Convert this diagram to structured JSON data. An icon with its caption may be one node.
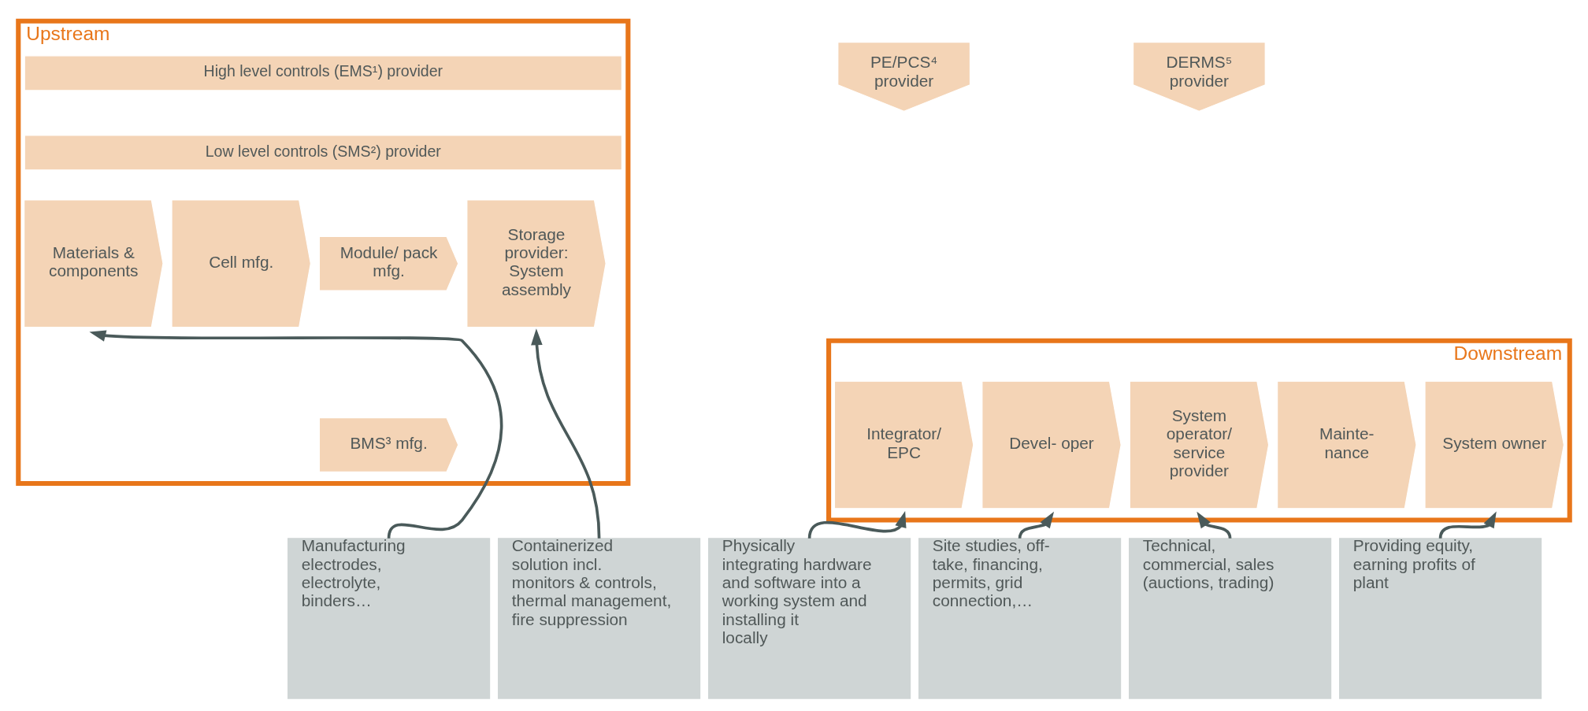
{
  "diagram": {
    "nodes": [
      {
        "text": [
          "Upstream"
        ]
      },
      {
        "text": [
          "High level controls (EMS¹) provider"
        ],
        "in": 0
      },
      {
        "text": [
          "Low level controls (SMS²) provider"
        ],
        "in": 0
      },
      {
        "text": [
          "Materials & components"
        ],
        "in": 0
      },
      {
        "text": [
          "Cell mfg."
        ],
        "in": 0
      },
      {
        "text": [
          "Module/ pack mfg."
        ],
        "in": 0
      },
      {
        "text": [
          "BMS³ mfg."
        ],
        "in": 0
      },
      {
        "text": [
          "Storage provider: System assembly"
        ],
        "in": 0
      },
      {
        "text": [
          "PE/PCS⁴ provider"
        ]
      },
      {
        "text": [
          "DERMS⁵ provider"
        ]
      },
      {
        "text": [
          "Downstream"
        ]
      },
      {
        "text": [
          "Integrator/ EPC"
        ],
        "in": 10
      },
      {
        "text": [
          "Devel- oper"
        ],
        "in": 10
      },
      {
        "text": [
          "System operator/ service provider"
        ],
        "in": 10
      },
      {
        "text": [
          "Mainte- nance"
        ],
        "in": 10
      },
      {
        "text": [
          "System owner"
        ],
        "in": 10
      },
      {
        "text": [
          "Manufacturing electrodes, electrolyte, binders…"
        ]
      },
      {
        "text": [
          "Containerized solution incl. monitors & controls, thermal management, fire suppression"
        ]
      },
      {
        "text": [
          "Physically integrating hardware and software into a working system and installing it locally"
        ]
      },
      {
        "text": [
          "Site studies, off-take, financing, permits, grid connection,…"
        ]
      },
      {
        "text": [
          "Technical, commercial, sales (auctions, trading)"
        ]
      },
      {
        "text": [
          "Providing equity, earning profits of plant"
        ]
      }
    ],
    "edges": [
      {
        "from": 16,
        "to": 3,
        "arrow": "to"
      },
      {
        "from": 17,
        "to": 7,
        "arrow": "to"
      },
      {
        "from": 18,
        "to": 11,
        "arrow": "to"
      },
      {
        "from": 19,
        "to": 12,
        "arrow": "to"
      },
      {
        "from": 20,
        "to": 13,
        "arrow": "to"
      },
      {
        "from": 21,
        "to": 15,
        "arrow": "to"
      }
    ]
  }
}
